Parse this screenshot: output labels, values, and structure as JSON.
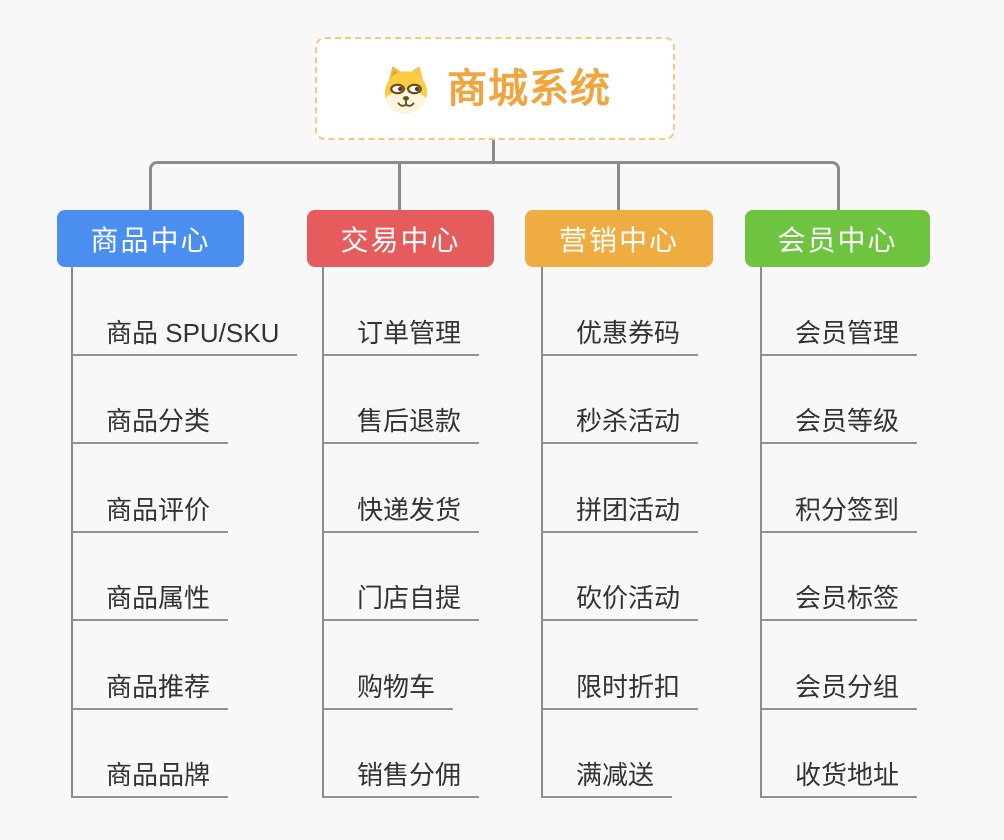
{
  "page": {
    "background_color": "#f8f8f8",
    "connector_color": "#8c8c8c"
  },
  "root": {
    "title": "商城系统",
    "icon": "dog-face-icon",
    "text_color": "#f0a63c",
    "border_color": "#f6c87f"
  },
  "branches": [
    {
      "label": "商品中心",
      "color": "#4a8ef0",
      "children": [
        "商品 SPU/SKU",
        "商品分类",
        "商品评价",
        "商品属性",
        "商品推荐",
        "商品品牌"
      ]
    },
    {
      "label": "交易中心",
      "color": "#e65c5c",
      "children": [
        "订单管理",
        "售后退款",
        "快递发货",
        "门店自提",
        "购物车",
        "销售分佣"
      ]
    },
    {
      "label": "营销中心",
      "color": "#eeac41",
      "children": [
        "优惠券码",
        "秒杀活动",
        "拼团活动",
        "砍价活动",
        "限时折扣",
        "满减送"
      ]
    },
    {
      "label": "会员中心",
      "color": "#6ec33f",
      "children": [
        "会员管理",
        "会员等级",
        "积分签到",
        "会员标签",
        "会员分组",
        "收货地址"
      ]
    }
  ]
}
